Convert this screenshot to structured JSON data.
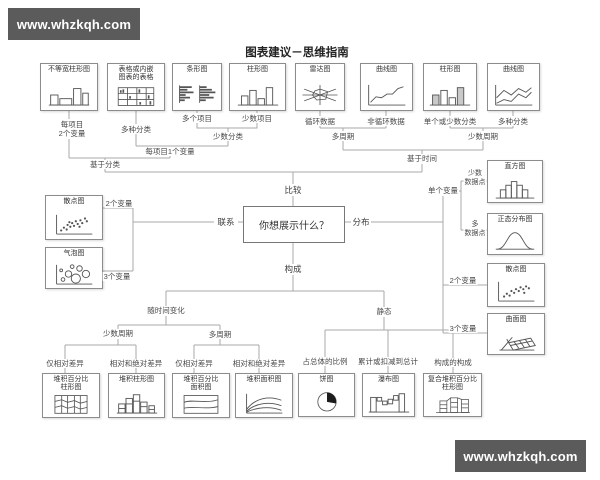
{
  "banner_top": "www.whzkqh.com",
  "banner_bottom": "www.whzkqh.com",
  "title": "图表建议－思维指南",
  "center": {
    "question": "你想展示什么？"
  },
  "branches": {
    "comparison": "比较",
    "relationship": "联系",
    "distribution": "分布",
    "composition": "构成"
  },
  "charts": {
    "top": [
      {
        "title": "不等宽柱形图",
        "icon": "variable-width-column-icon"
      },
      {
        "title": "表格或内嵌\n图表的表格",
        "icon": "table-with-charts-icon"
      },
      {
        "title": "条形图",
        "icon": "bar-chart-icon"
      },
      {
        "title": "柱形图",
        "icon": "column-chart-icon"
      },
      {
        "title": "雷达图",
        "icon": "radar-chart-icon"
      },
      {
        "title": "曲线图",
        "icon": "line-chart-icon"
      },
      {
        "title": "柱形图",
        "icon": "column-chart-icon"
      },
      {
        "title": "曲线图",
        "icon": "multi-line-chart-icon"
      }
    ],
    "left": [
      {
        "title": "散点图",
        "icon": "scatter-chart-icon"
      },
      {
        "title": "气泡图",
        "icon": "bubble-chart-icon"
      }
    ],
    "right": [
      {
        "title": "直方图",
        "icon": "histogram-icon"
      },
      {
        "title": "正态分布图",
        "icon": "normal-distribution-icon"
      },
      {
        "title": "散点图",
        "icon": "scatter-chart-icon"
      },
      {
        "title": "曲面图",
        "icon": "surface-chart-icon"
      }
    ],
    "bottom": [
      {
        "title": "堆积百分比\n柱形图",
        "icon": "stacked-100-column-icon"
      },
      {
        "title": "堆积柱形图",
        "icon": "stacked-column-icon"
      },
      {
        "title": "堆积百分比\n面积图",
        "icon": "stacked-100-area-icon"
      },
      {
        "title": "堆积面积图",
        "icon": "stacked-area-icon"
      },
      {
        "title": "饼图",
        "icon": "pie-chart-icon"
      },
      {
        "title": "瀑布图",
        "icon": "waterfall-chart-icon"
      },
      {
        "title": "复合堆积百分比\n柱形图",
        "icon": "composite-stacked-column-icon"
      }
    ]
  },
  "labels": {
    "per_item_two_vars": "每项目\n2个变量",
    "many_categories_left": "多种分类",
    "many_items": "多个项目",
    "few_items": "少数项目",
    "few_categories": "少数分类",
    "one_var_per_item": "每项目1个变量",
    "among_categories": "基于分类",
    "cyclical_data": "循环数据",
    "non_cyclical_data": "非循环数据",
    "many_periods_top": "多周期",
    "single_or_few_categories": "单个或少数分类",
    "many_categories_right": "多种分类",
    "few_periods_top": "少数周期",
    "over_time": "基于时间",
    "two_vars_left": "2个变量",
    "three_vars_left": "3个变量",
    "single_variable": "单个变量",
    "few_data_points": "少数\n数据点",
    "many_data_points": "多\n数据点",
    "two_vars_right": "2个变量",
    "three_vars_right": "3个变量",
    "changing_over_time": "随时间变化",
    "static_label": "静态",
    "few_periods_bottom": "少数周期",
    "many_periods_bottom": "多周期",
    "only_relative_diff_1": "仅相对差异",
    "rel_and_abs_diff_1": "相对和绝对差异",
    "only_relative_diff_2": "仅相对差异",
    "rel_and_abs_diff_2": "相对和绝对差异",
    "share_of_total": "占总体的比例",
    "accumulation_or_subtraction": "累计或扣减到总计",
    "components_of_components": "构成的构成"
  },
  "colors": {
    "banner_bg": "#5b5b5b",
    "line": "#a8a8a8",
    "box_border": "#8c8c8c"
  }
}
